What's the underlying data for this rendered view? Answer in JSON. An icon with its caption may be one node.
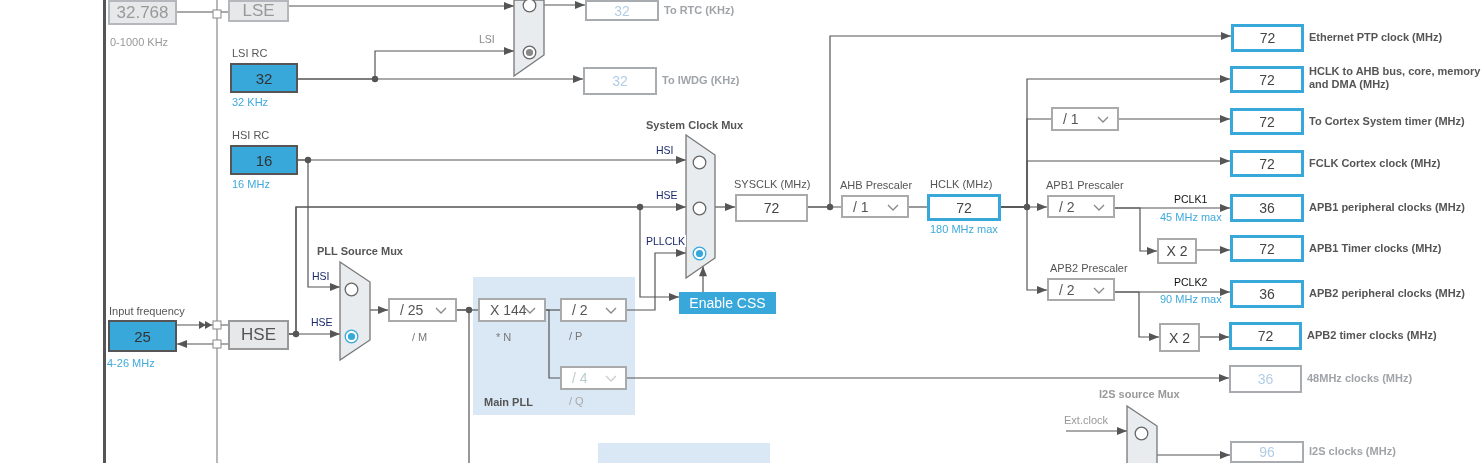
{
  "diagram": {
    "nodes": [
      {
        "text": [
          "32.768"
        ],
        "beside": [
          "0-1000 KHz"
        ]
      },
      {
        "text": [
          "LSE"
        ]
      },
      {
        "text": [
          "LSI RC",
          "32"
        ],
        "beside": [
          "32 KHz"
        ]
      },
      {
        "text": [
          "HSI RC",
          "16"
        ],
        "beside": [
          "16 MHz"
        ]
      },
      {
        "text": [
          "Input frequency",
          "25"
        ],
        "beside": [
          "4-26 MHz"
        ]
      },
      {
        "text": [
          "HSE"
        ]
      },
      {
        "text": [],
        "shape": "trapezoid"
      },
      {
        "text": [
          "32"
        ],
        "beside": [
          "To RTC (KHz)"
        ]
      },
      {
        "text": [
          "32"
        ],
        "beside": [
          "To IWDG (KHz)"
        ]
      },
      {
        "text": [
          "PLL Source Mux"
        ]
      },
      {
        "text": [
          "/ 25"
        ],
        "beside": [
          "/ M"
        ]
      },
      {
        "text": [
          "Main PLL"
        ]
      },
      {
        "text": [
          "X 144"
        ],
        "beside": [
          "* N"
        ],
        "in": 11
      },
      {
        "text": [
          "/ 2"
        ],
        "beside": [
          "/ P"
        ],
        "in": 11
      },
      {
        "text": [
          "/ 4"
        ],
        "beside": [
          "/ Q"
        ],
        "in": 11
      },
      {
        "text": [
          "System Clock Mux"
        ]
      },
      {
        "text": [
          "Enable CSS"
        ]
      },
      {
        "text": [
          "SYSCLK (MHz)",
          "72"
        ]
      },
      {
        "text": [
          "AHB Prescaler",
          "/ 1"
        ]
      },
      {
        "text": [
          "HCLK (MHz)",
          "72"
        ],
        "beside": [
          "180 MHz max"
        ]
      },
      {
        "text": [
          "72"
        ],
        "beside": [
          "Ethernet PTP clock (MHz)"
        ]
      },
      {
        "text": [
          "72"
        ],
        "beside": [
          "HCLK to AHB bus, core, memory and DMA (MHz)"
        ]
      },
      {
        "text": [
          "/ 1"
        ]
      },
      {
        "text": [
          "72"
        ],
        "beside": [
          "To Cortex System timer (MHz)"
        ]
      },
      {
        "text": [
          "72"
        ],
        "beside": [
          "FCLK Cortex clock (MHz)"
        ]
      },
      {
        "text": [
          "APB1 Prescaler",
          "/ 2"
        ]
      },
      {
        "text": [
          "36"
        ],
        "beside": [
          "APB1 peripheral clocks (MHz)"
        ]
      },
      {
        "text": [
          "X 2"
        ]
      },
      {
        "text": [
          "72"
        ],
        "beside": [
          "APB1 Timer clocks (MHz)"
        ]
      },
      {
        "text": [
          "APB2 Prescaler",
          "/ 2"
        ]
      },
      {
        "text": [
          "36"
        ],
        "beside": [
          "APB2 peripheral clocks (MHz)"
        ]
      },
      {
        "text": [
          "X 2"
        ]
      },
      {
        "text": [
          "72"
        ],
        "beside": [
          "APB2 timer clocks (MHz)"
        ]
      },
      {
        "text": [
          "36"
        ],
        "beside": [
          "48MHz clocks (MHz)"
        ]
      },
      {
        "text": [
          "I2S source Mux"
        ]
      },
      {
        "text": [
          "Ext.clock"
        ]
      },
      {
        "text": [
          "96"
        ],
        "beside": [
          "I2S clocks (MHz)"
        ]
      }
    ],
    "edges": [
      {
        "from": 0,
        "to": 1,
        "arrow": "none"
      },
      {
        "from": 4,
        "to": 5,
        "arrow": "to"
      },
      {
        "from": 5,
        "to": 4,
        "arrow": "to"
      },
      {
        "from": 1,
        "to": 6,
        "arrow": "to"
      },
      {
        "from": 2,
        "to": 6,
        "arrow": "to",
        "label": "LSI"
      },
      {
        "from": 6,
        "to": 7,
        "arrow": "to"
      },
      {
        "from": 2,
        "to": 8,
        "arrow": "to"
      },
      {
        "from": 3,
        "to": 15,
        "arrow": "to",
        "label": "HSI"
      },
      {
        "from": 3,
        "to": 9,
        "arrow": "to",
        "label": "HSI"
      },
      {
        "from": 5,
        "to": 9,
        "arrow": "to",
        "label": "HSE"
      },
      {
        "from": 5,
        "to": 15,
        "arrow": "to",
        "label": "HSE"
      },
      {
        "from": 5,
        "to": 16,
        "arrow": "to"
      },
      {
        "from": 9,
        "to": 10,
        "arrow": "to"
      },
      {
        "from": 10,
        "to": 12,
        "arrow": "none"
      },
      {
        "from": 10,
        "to": null,
        "arrow": "none"
      },
      {
        "from": 12,
        "to": 13,
        "arrow": "none"
      },
      {
        "from": 12,
        "to": 14,
        "arrow": "none"
      },
      {
        "from": 13,
        "to": 15,
        "arrow": "to",
        "label": "PLLCLK"
      },
      {
        "from": 16,
        "to": 15,
        "arrow": "to"
      },
      {
        "from": 15,
        "to": 17,
        "arrow": "to"
      },
      {
        "from": 17,
        "to": 18,
        "arrow": "none"
      },
      {
        "from": 17,
        "to": 20,
        "arrow": "to"
      },
      {
        "from": 18,
        "to": 19,
        "arrow": "none"
      },
      {
        "from": 19,
        "to": 21,
        "arrow": "to"
      },
      {
        "from": 19,
        "to": 22,
        "arrow": "none"
      },
      {
        "from": 22,
        "to": 23,
        "arrow": "to"
      },
      {
        "from": 19,
        "to": 24,
        "arrow": "to"
      },
      {
        "from": 19,
        "to": 25,
        "arrow": "to"
      },
      {
        "from": 25,
        "to": 26,
        "arrow": "to",
        "label": "PCLK1"
      },
      {
        "from": 25,
        "to": 27,
        "arrow": "to"
      },
      {
        "from": 27,
        "to": 28,
        "arrow": "to"
      },
      {
        "from": 19,
        "to": 29,
        "arrow": "to"
      },
      {
        "from": 29,
        "to": 30,
        "arrow": "to",
        "label": "PCLK2"
      },
      {
        "from": 29,
        "to": 31,
        "arrow": "to"
      },
      {
        "from": 31,
        "to": 32,
        "arrow": "to"
      },
      {
        "from": 14,
        "to": 33,
        "arrow": "to"
      },
      {
        "from": 35,
        "to": 34,
        "arrow": "to"
      },
      {
        "from": 34,
        "to": 36,
        "arrow": "to"
      }
    ],
    "labels": [
      "45 MHz max",
      "90 MHz max"
    ]
  }
}
